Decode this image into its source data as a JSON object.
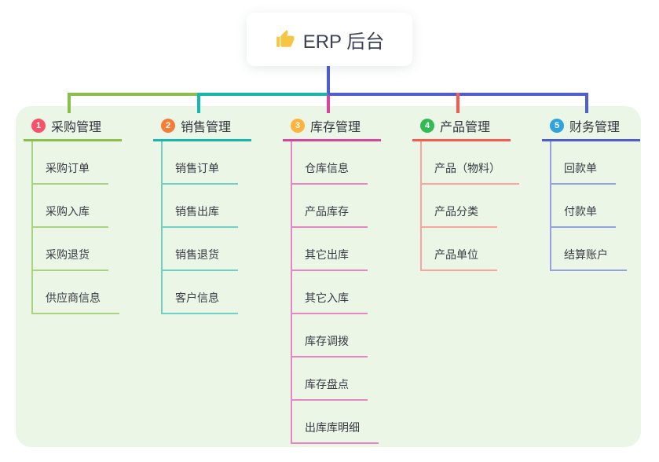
{
  "root": {
    "label": "ERP 后台",
    "icon": "thumbs-up-icon"
  },
  "branches": [
    {
      "badge": "1",
      "label": "采购管理",
      "children": [
        "采购订单",
        "采购入库",
        "采购退货",
        "供应商信息"
      ]
    },
    {
      "badge": "2",
      "label": "销售管理",
      "children": [
        "销售订单",
        "销售出库",
        "销售退货",
        "客户信息"
      ]
    },
    {
      "badge": "3",
      "label": "库存管理",
      "children": [
        "仓库信息",
        "产品库存",
        "其它出库",
        "其它入库",
        "库存调拨",
        "库存盘点",
        "出库库明细"
      ]
    },
    {
      "badge": "4",
      "label": "产品管理",
      "children": [
        "产品（物料）",
        "产品分类",
        "产品单位"
      ]
    },
    {
      "badge": "5",
      "label": "财务管理",
      "children": [
        "回款单",
        "付款单",
        "结算账户"
      ]
    }
  ],
  "colors": {
    "canvas_bg": "#ebf6e6",
    "branch1": "#8abf4a",
    "branch1_light": "#a9d37e",
    "badge1": "#f6536a",
    "branch2": "#16b7ac",
    "branch2_light": "#6fd0c6",
    "badge2": "#f57d38",
    "branch3": "#d8459f",
    "branch3_light": "#e886c3",
    "badge3": "#fdb33c",
    "branch4": "#f85a50",
    "branch4_light": "#fba49c",
    "badge4": "#33ba55",
    "branch5": "#4e5ed2",
    "branch5_light": "#93a2e2",
    "badge5": "#2fa3de",
    "thumb_icon": "#f5c544",
    "text": "#3a3b45"
  }
}
